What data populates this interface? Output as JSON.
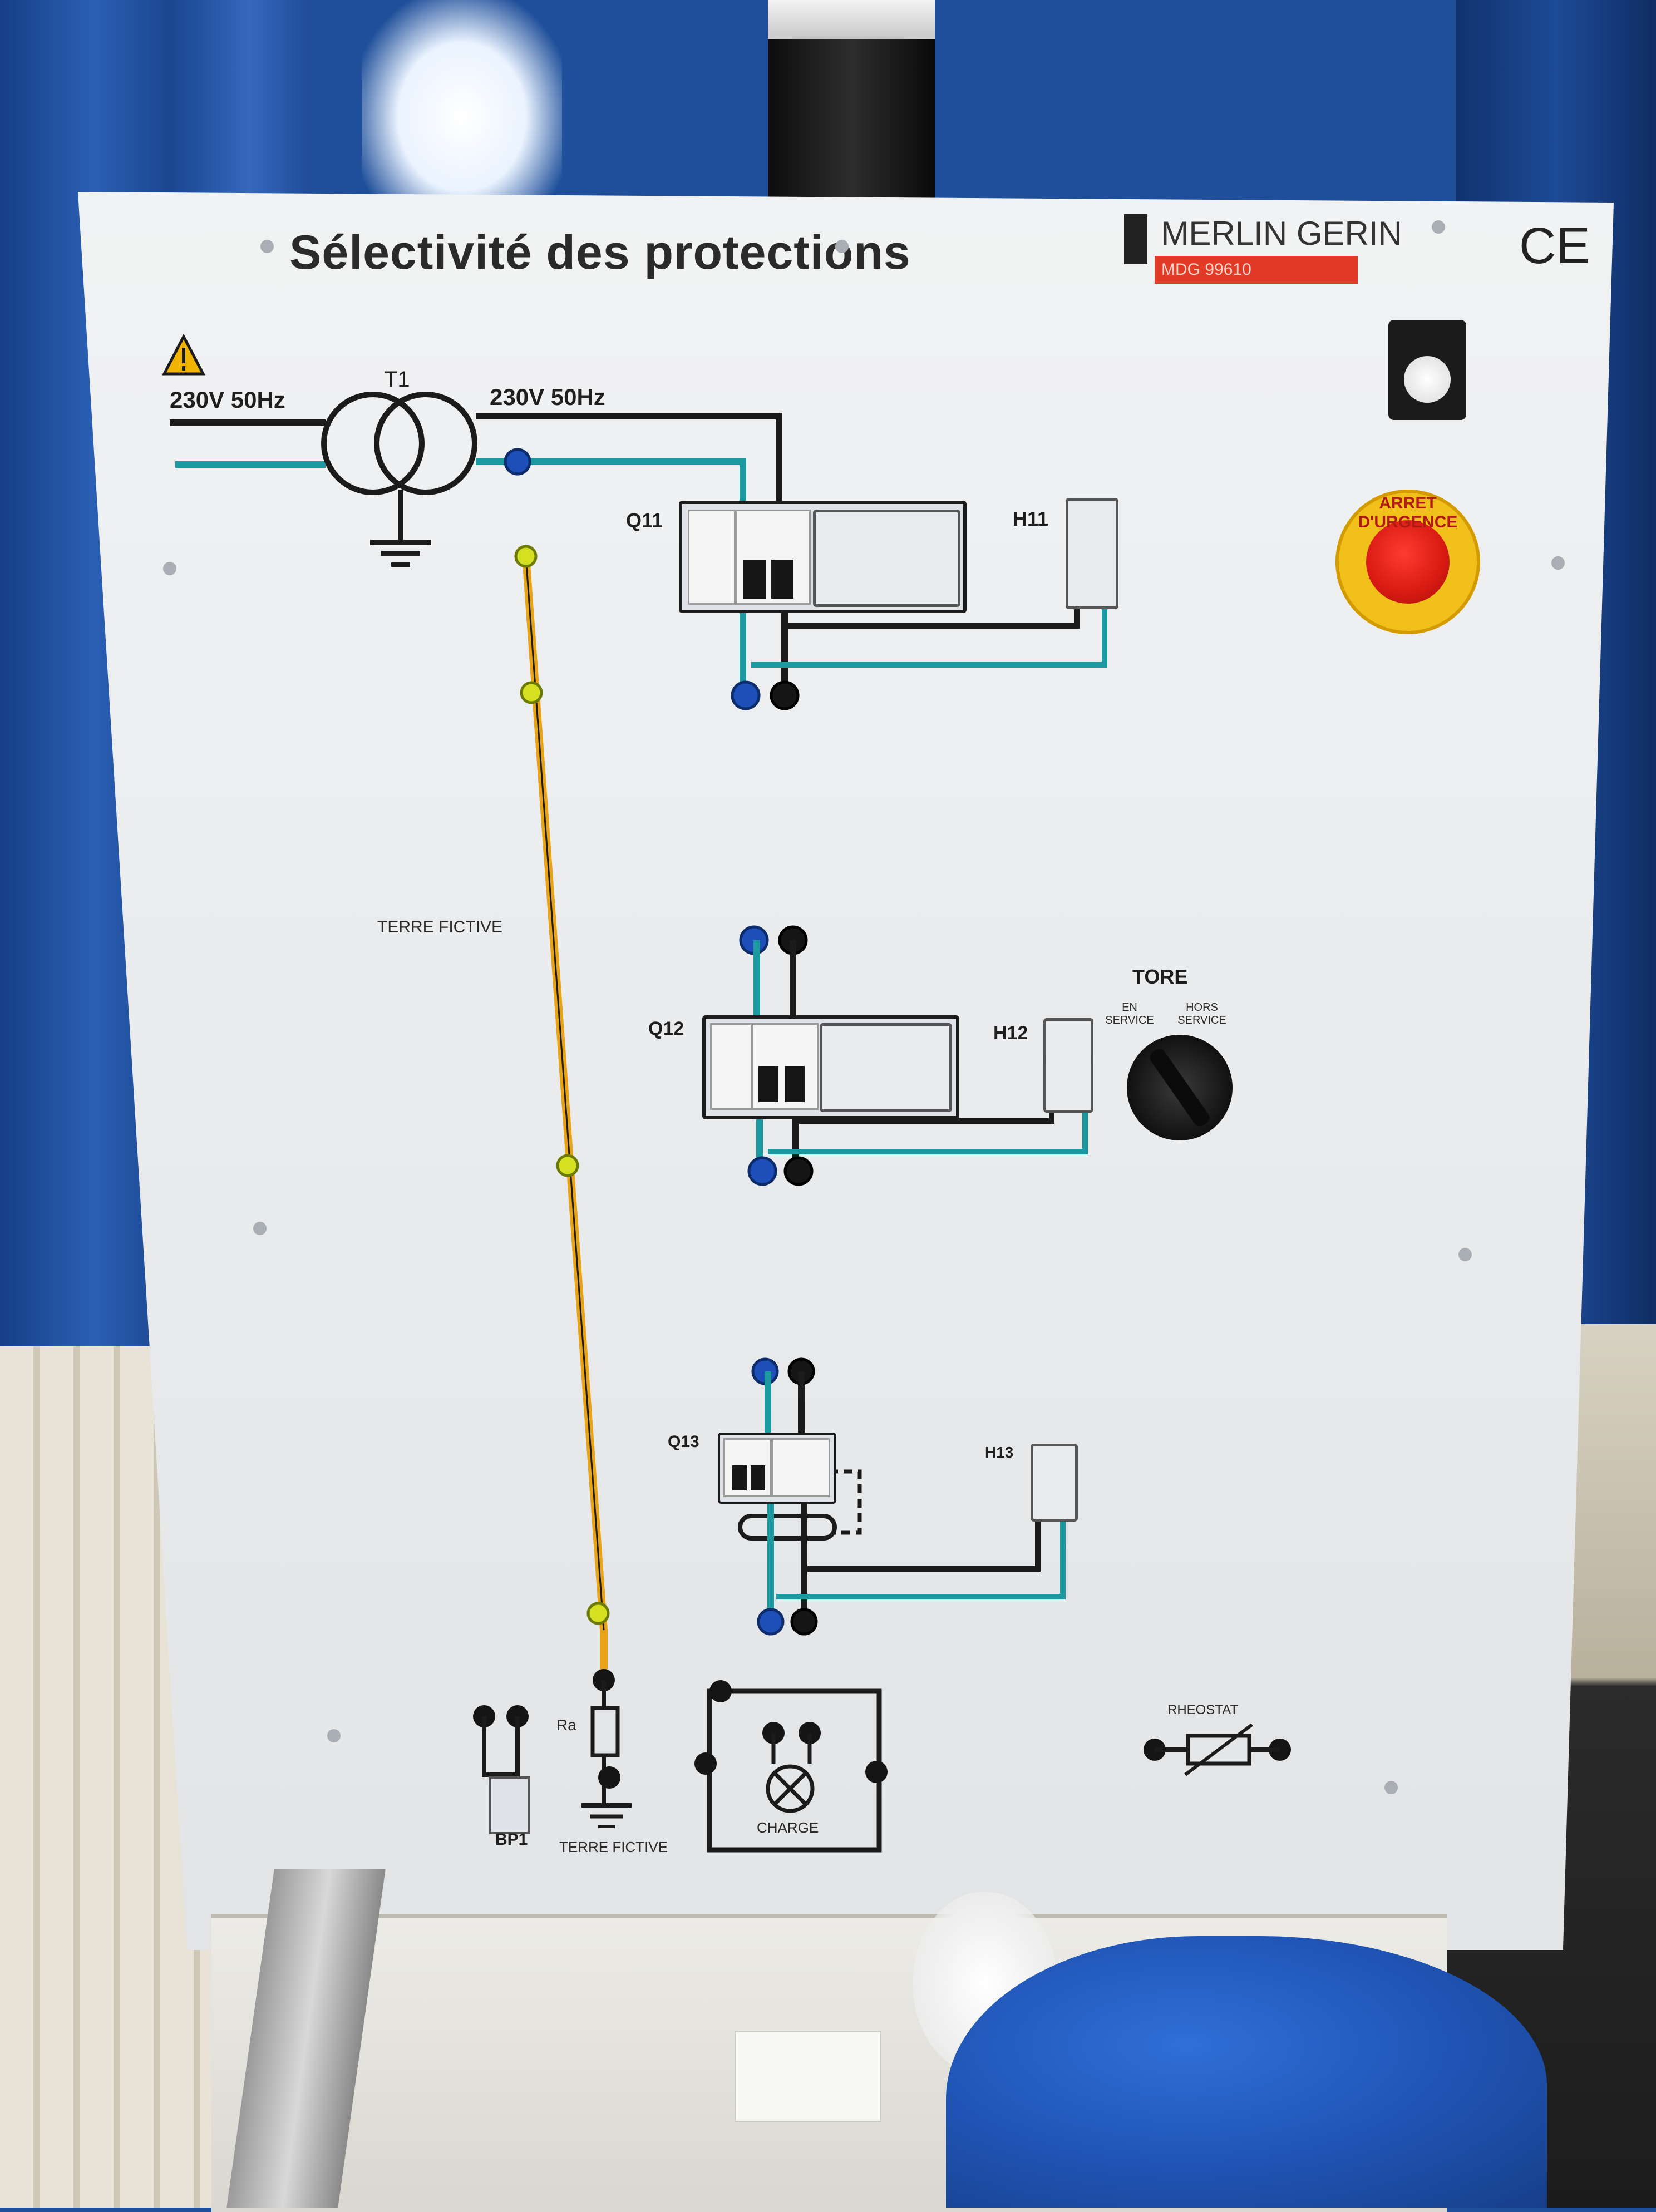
{
  "panel": {
    "title": "Sélectivité des protections",
    "brand": "MERLIN GERIN",
    "brand_ref": "MDG 99610",
    "ce_mark": "CE"
  },
  "supply": {
    "left_voltage": "230V  50Hz",
    "right_voltage": "230V  50Hz",
    "transformer": "T1"
  },
  "devices": {
    "q11": "Q11",
    "h11": "H11",
    "q12": "Q12",
    "h12": "H12",
    "q13": "Q13",
    "h13": "H13",
    "bp1": "BP1",
    "ra": "Ra"
  },
  "tore": {
    "title": "TORE",
    "on": "EN SERVICE",
    "off": "HORS SERVICE"
  },
  "labels": {
    "terre_fictive_mid": "TERRE FICTIVE",
    "terre_fictive_bottom": "TERRE FICTIVE",
    "charge": "CHARGE",
    "rheostat": "RHEOSTAT",
    "estop": "ARRET D'URGENCE"
  },
  "colors": {
    "phase_line": "#1b1b1b",
    "neutral_line": "#1c9aa0",
    "earth_line": "#e8a317",
    "warning": "#f0b400",
    "brand_red": "#e13b28",
    "estop_red": "#d71a12",
    "estop_yellow": "#f2c01a"
  },
  "icons": {
    "warning": "warning-triangle-icon",
    "transformer": "transformer-symbol-icon",
    "earth": "earth-ground-icon",
    "lamp": "lamp-symbol-icon",
    "rheostat": "rheostat-symbol-icon"
  }
}
